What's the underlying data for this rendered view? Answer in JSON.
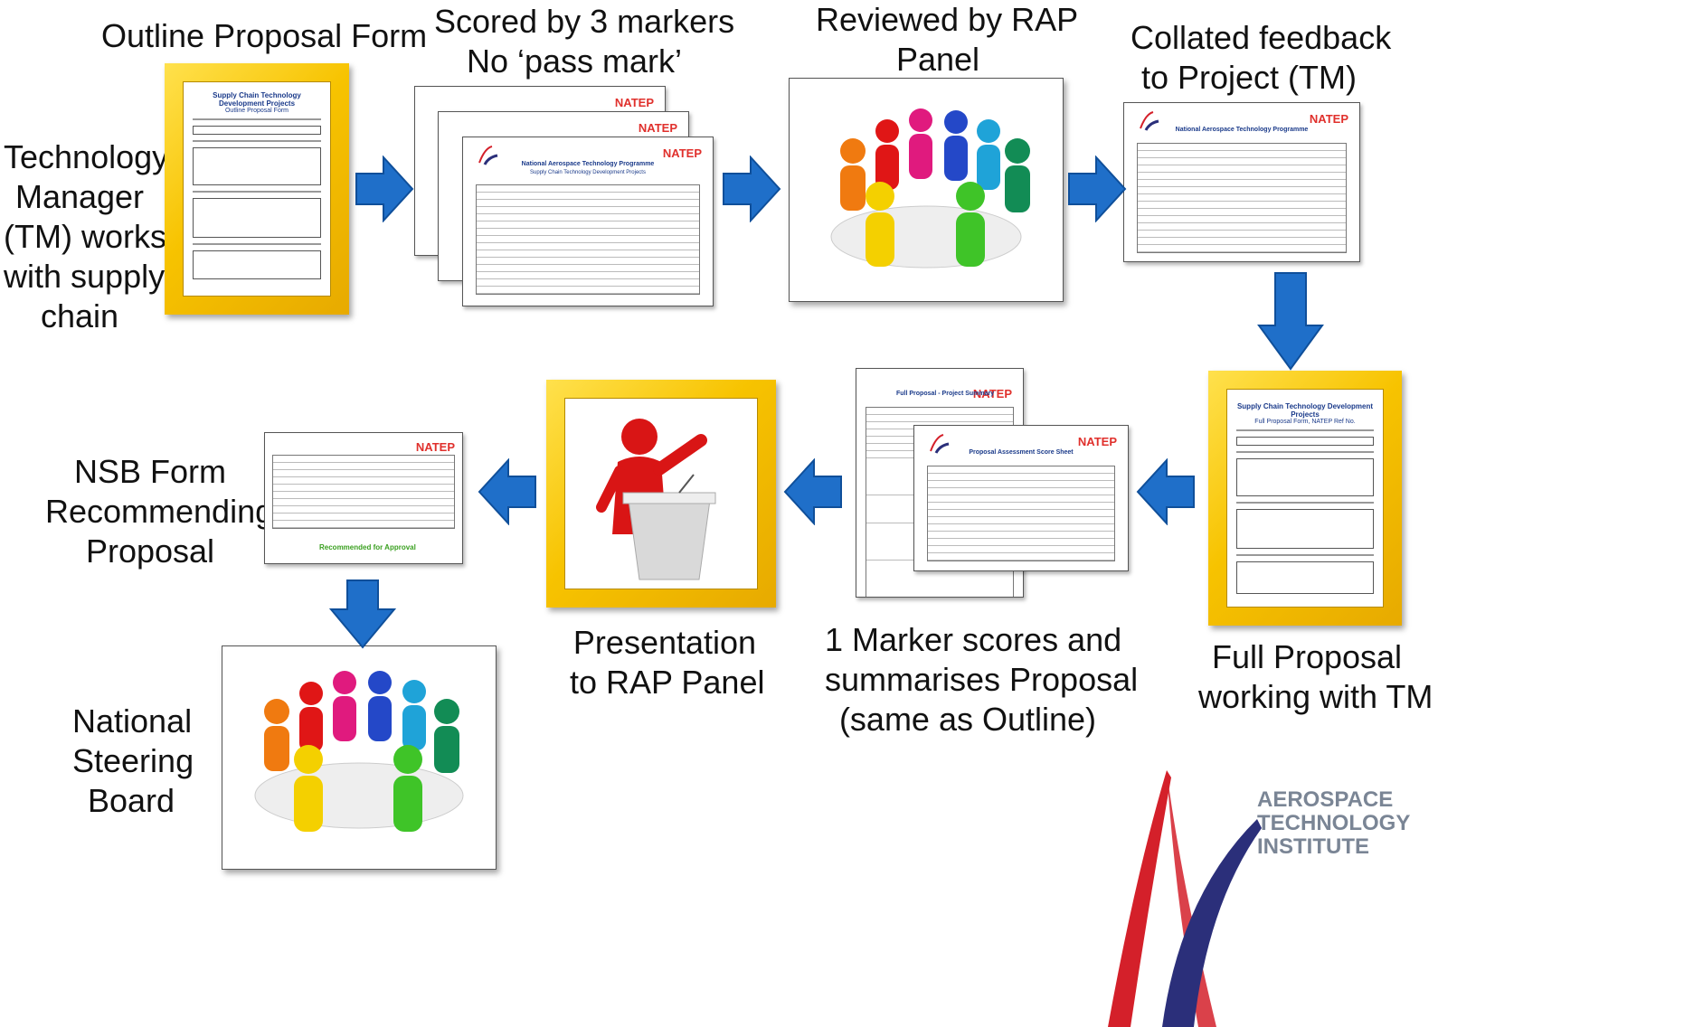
{
  "steps": {
    "outline_form": {
      "label": "Outline Proposal Form"
    },
    "tm_works": {
      "lines": [
        "Technology",
        "Manager",
        "(TM) works",
        "with supply",
        "chain"
      ]
    },
    "scored": {
      "lines": [
        "Scored by 3 markers",
        "No ‘pass mark’"
      ]
    },
    "reviewed": {
      "lines": [
        "Reviewed by RAP",
        "Panel"
      ]
    },
    "collated": {
      "lines": [
        "Collated feedback",
        "to Project (TM)"
      ]
    },
    "full_proposal": {
      "lines": [
        "Full Proposal",
        "working with TM"
      ]
    },
    "marker": {
      "lines": [
        "1 Marker scores and",
        "summarises Proposal",
        "(same as Outline)"
      ]
    },
    "presentation": {
      "lines": [
        "Presentation",
        "to RAP Panel"
      ]
    },
    "nsb_form": {
      "lines": [
        "NSB Form",
        "Recommending",
        "Proposal"
      ]
    },
    "nsb": {
      "lines": [
        "National",
        "Steering",
        "Board"
      ]
    }
  },
  "documents": {
    "natep": "NATEP",
    "programme": "National Aerospace Technology Programme",
    "subtitle": "Supply Chain Technology Development Projects",
    "outline_title": "Supply Chain Technology Development Projects",
    "outline_subtitle": "Outline Proposal Form",
    "full_title": "Supply Chain Technology Development Projects",
    "full_subtitle": "Full Proposal Form, NATEP Ref No.",
    "assessment": "Proposal Assessment Score Sheet",
    "summary": "Full Proposal - Project Summary",
    "recommended": "Recommended for Approval"
  },
  "logo": {
    "lines": [
      "AEROSPACE",
      "TECHNOLOGY",
      "INSTITUTE"
    ]
  },
  "colors": {
    "arrow": "#1f6fc9",
    "frame": "#f7c300",
    "logo_red": "#d4202a",
    "logo_navy": "#2b2f7a",
    "logo_text": "#7a8595",
    "natep_red": "#e0302c"
  }
}
